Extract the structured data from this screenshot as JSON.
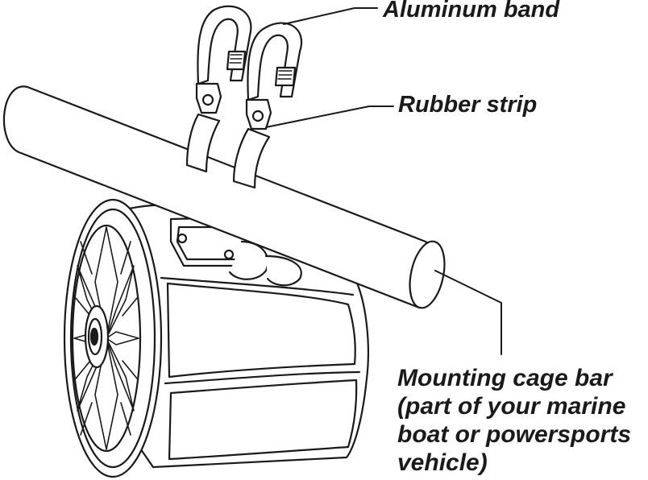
{
  "labels": {
    "aluminum_band": "Aluminum band",
    "rubber_strip": "Rubber strip",
    "mounting_bar": [
      "Mounting cage bar",
      "(part of your marine",
      "boat or powersports",
      "vehicle)"
    ]
  },
  "colors": {
    "line": "#1a1a1a",
    "fill": "#ffffff",
    "shade": "#f2f2f2"
  }
}
